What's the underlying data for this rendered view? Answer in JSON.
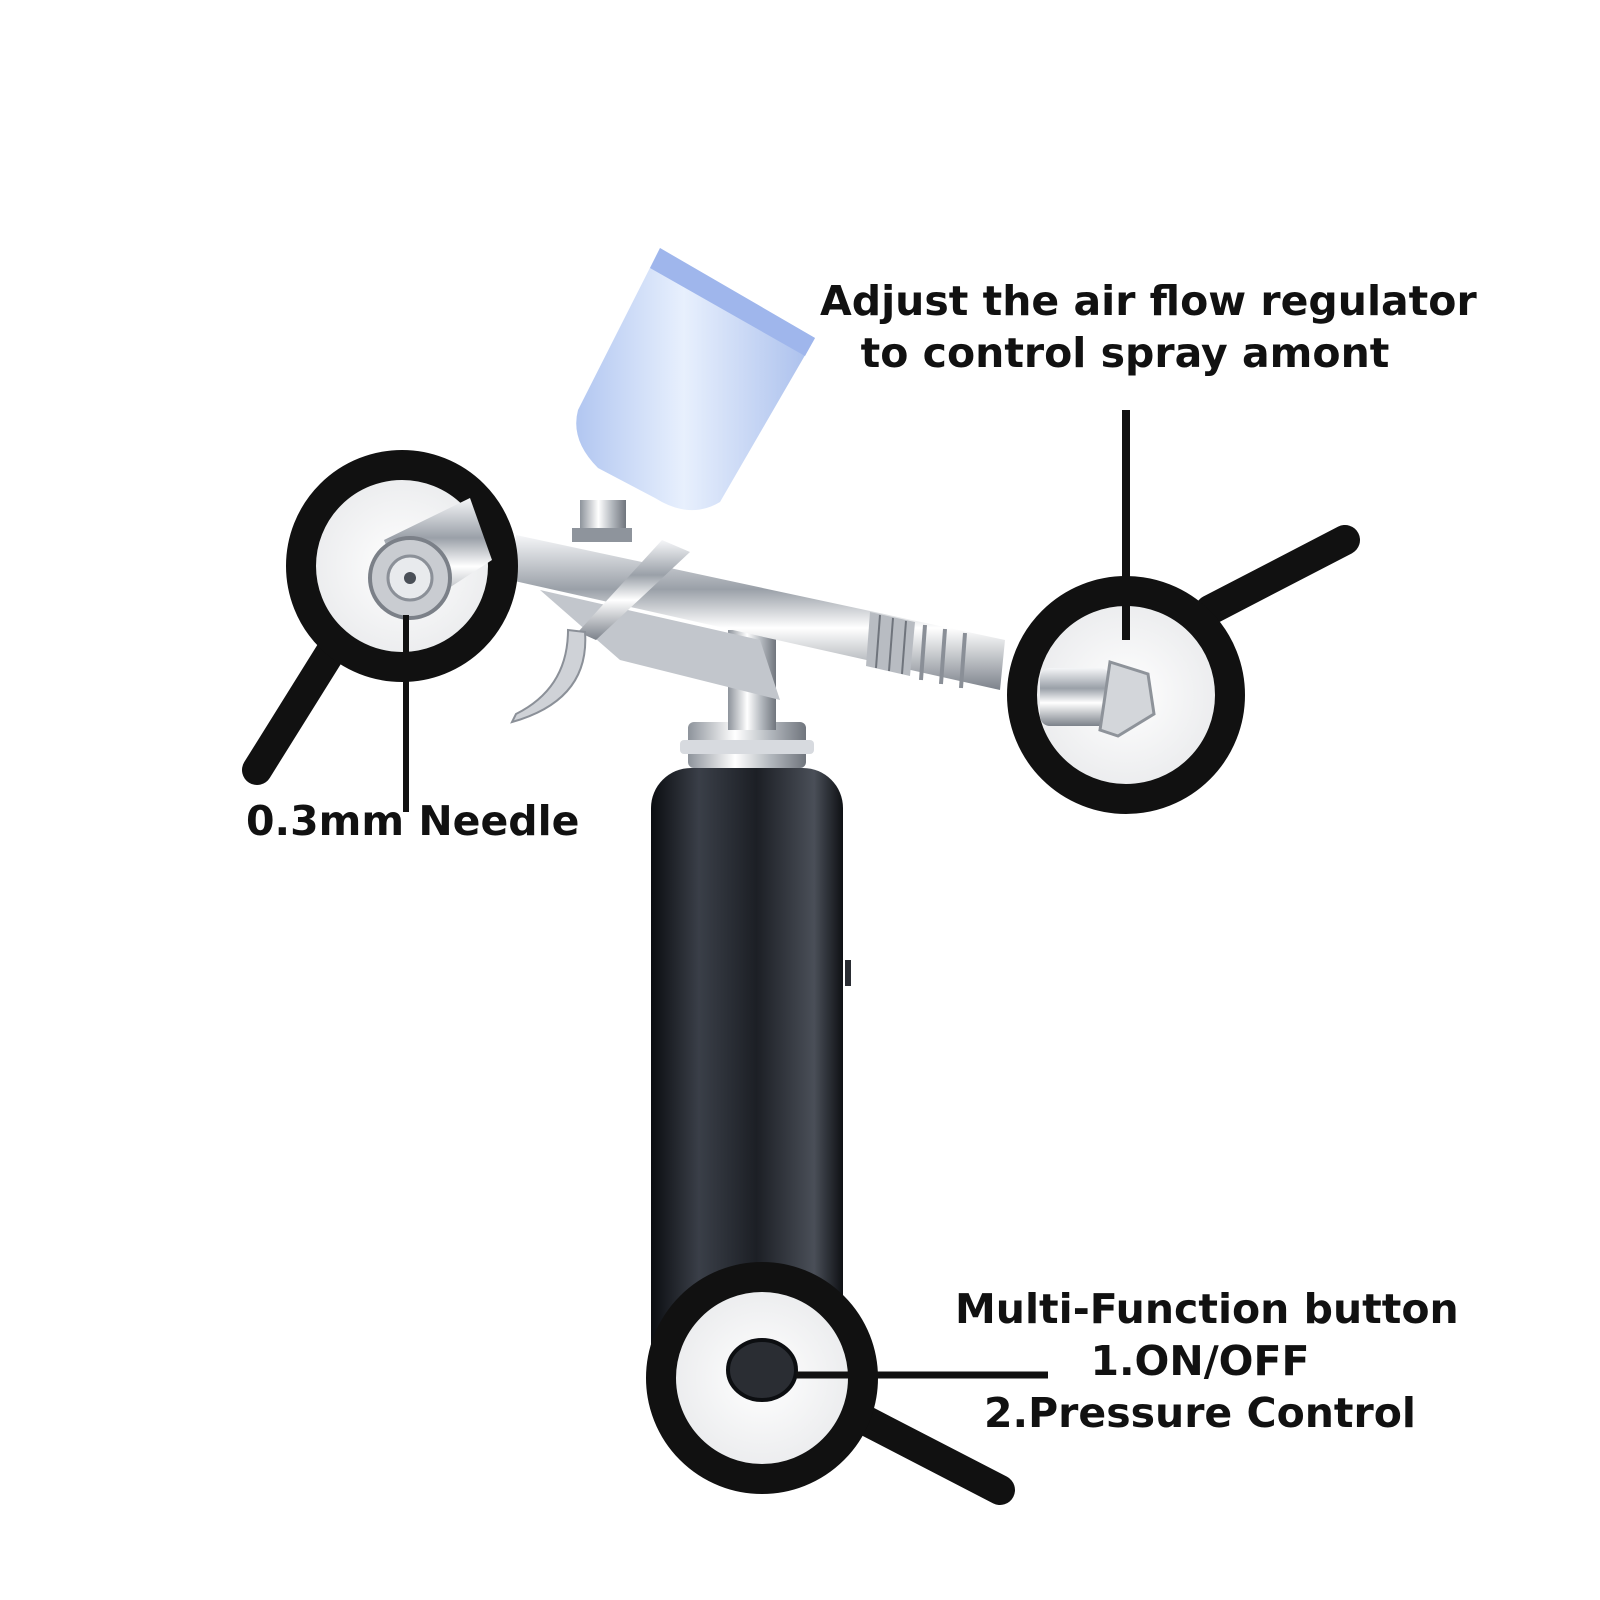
{
  "callouts": {
    "needle": {
      "text": "0.3mm Needle"
    },
    "regulator": {
      "line1": "Adjust the air flow regulator",
      "line2": "to control spray amont"
    },
    "button": {
      "line1": "Multi-Function button",
      "line2": "1.ON/OFF",
      "line3": "2.Pressure Control"
    }
  },
  "colors": {
    "callout_ring": "#111111",
    "paint_cup": "#b9cdf3",
    "chrome": "#c9ccd1",
    "body": "#1c1f25"
  }
}
